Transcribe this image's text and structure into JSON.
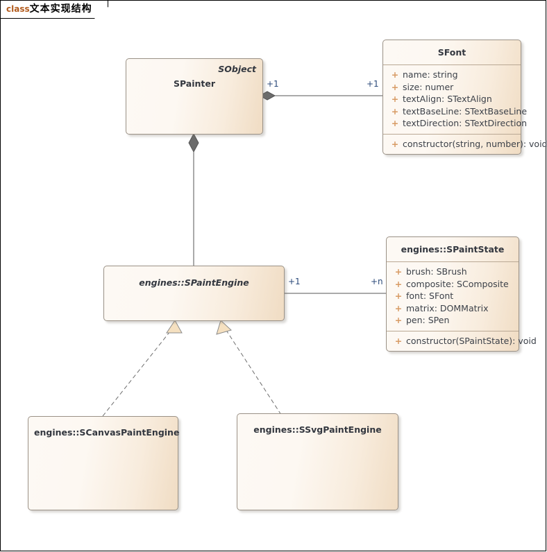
{
  "diagram": {
    "kind_label": "class",
    "title": "文本实现结构",
    "frame_size": "788x796"
  },
  "palette": {
    "box_fill_light": "#fdf9f4",
    "box_fill_dark": "#f0dcc3",
    "box_border": "#9a9186",
    "compartment_rule": "#b9a894",
    "text": "#33373f",
    "visibility_marker": "#d79a63",
    "multiplicity_text": "#2b4a7a",
    "connector": "#555555",
    "triangle_fill": "#f5e0c0",
    "keyword": "#b35c1e"
  },
  "classes": [
    {
      "id": "spainter",
      "name": "SPainter",
      "stereotype": "SObject",
      "abstract": false,
      "attributes": [],
      "operations": []
    },
    {
      "id": "sfont",
      "name": "SFont",
      "stereotype": "",
      "abstract": false,
      "attributes": [
        {
          "visibility": "+",
          "text": "name: string"
        },
        {
          "visibility": "+",
          "text": "size: numer"
        },
        {
          "visibility": "+",
          "text": "textAlign: STextAlign"
        },
        {
          "visibility": "+",
          "text": "textBaseLine: STextBaseLine"
        },
        {
          "visibility": "+",
          "text": "textDirection: STextDirection"
        }
      ],
      "operations": [
        {
          "visibility": "+",
          "text": "constructor(string, number): void"
        }
      ]
    },
    {
      "id": "spaintengine",
      "name": "engines::SPaintEngine",
      "stereotype": "",
      "abstract": true,
      "attributes": [],
      "operations": []
    },
    {
      "id": "spaintstate",
      "name": "engines::SPaintState",
      "stereotype": "",
      "abstract": false,
      "attributes": [
        {
          "visibility": "+",
          "text": "brush: SBrush"
        },
        {
          "visibility": "+",
          "text": "composite: SComposite"
        },
        {
          "visibility": "+",
          "text": "font: SFont"
        },
        {
          "visibility": "+",
          "text": "matrix: DOMMatrix"
        },
        {
          "visibility": "+",
          "text": "pen: SPen"
        }
      ],
      "operations": [
        {
          "visibility": "+",
          "text": "constructor(SPaintState): void"
        }
      ]
    },
    {
      "id": "scanvaspaintengine",
      "name": "engines::SCanvasPaintEngine",
      "stereotype": "",
      "abstract": false,
      "attributes": [],
      "operations": []
    },
    {
      "id": "ssvgpaintengine",
      "name": "engines::SSvgPaintEngine",
      "stereotype": "",
      "abstract": false,
      "attributes": [],
      "operations": []
    }
  ],
  "relationships": [
    {
      "id": "painter-font",
      "type": "aggregation",
      "from": "SPainter",
      "to": "SFont",
      "source_multiplicity": "+1",
      "target_multiplicity": "+1"
    },
    {
      "id": "painter-engine",
      "type": "composition",
      "from": "SPainter",
      "to": "engines::SPaintEngine",
      "source_multiplicity": "",
      "target_multiplicity": ""
    },
    {
      "id": "engine-state",
      "type": "aggregation",
      "from": "engines::SPaintEngine",
      "to": "engines::SPaintState",
      "source_multiplicity": "+1",
      "target_multiplicity": "+n"
    },
    {
      "id": "canvas-realizes-engine",
      "type": "realization",
      "from": "engines::SCanvasPaintEngine",
      "to": "engines::SPaintEngine",
      "source_multiplicity": "",
      "target_multiplicity": ""
    },
    {
      "id": "svg-realizes-engine",
      "type": "realization",
      "from": "engines::SSvgPaintEngine",
      "to": "engines::SPaintEngine",
      "source_multiplicity": "",
      "target_multiplicity": ""
    }
  ],
  "multiplicity_labels": {
    "painter_right": "+1",
    "font_left": "+1",
    "engine_right": "+1",
    "state_left": "+n"
  }
}
